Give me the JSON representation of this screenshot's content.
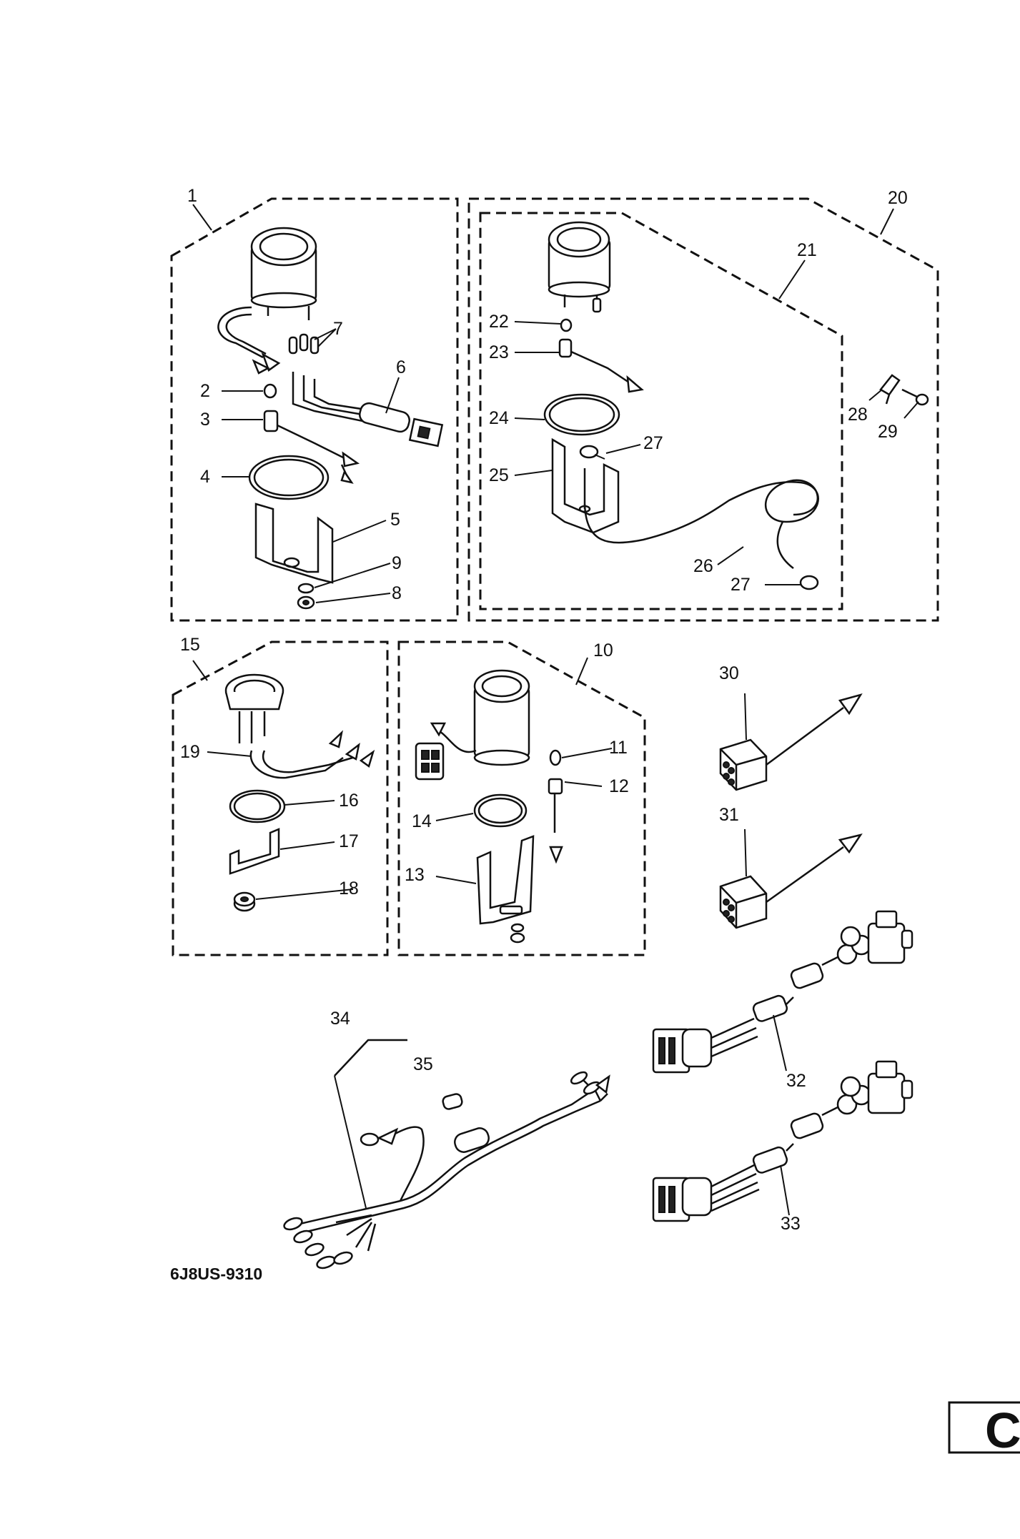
{
  "document": {
    "code": "6J8US-9310",
    "corner_char": "C"
  },
  "labels": [
    "1",
    "2",
    "3",
    "4",
    "5",
    "6",
    "7",
    "8",
    "9",
    "10",
    "11",
    "12",
    "13",
    "14",
    "15",
    "16",
    "17",
    "18",
    "19",
    "20",
    "21",
    "22",
    "23",
    "24",
    "25",
    "26",
    "27",
    "28",
    "29",
    "30",
    "31",
    "32",
    "33",
    "34",
    "35"
  ],
  "colors": {
    "ink": "#111111",
    "paper": "#ffffff"
  }
}
